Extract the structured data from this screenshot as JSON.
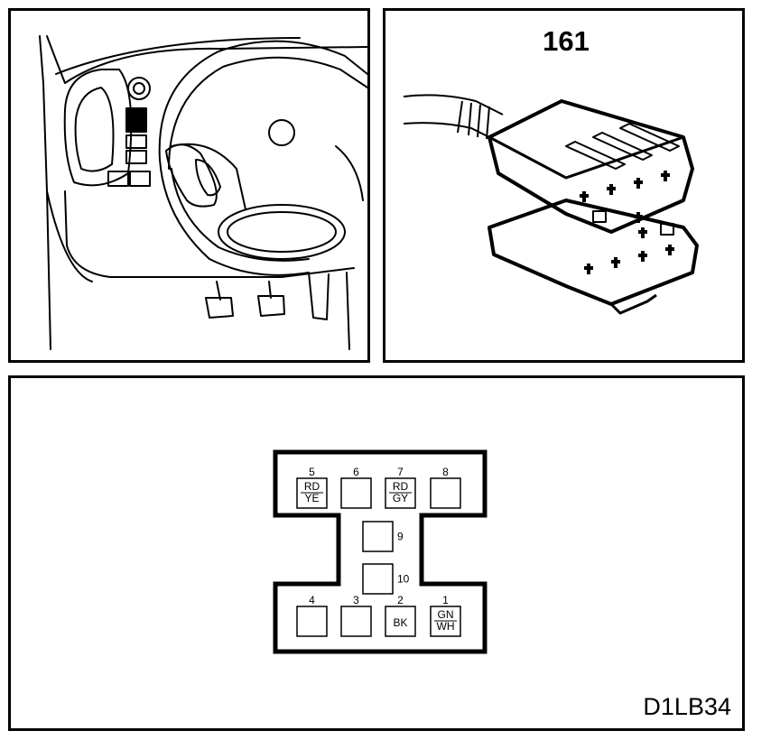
{
  "connector": {
    "number": "161"
  },
  "figure": {
    "code": "D1LB34"
  },
  "pins": [
    {
      "number": "5",
      "colors": [
        "RD",
        "YE"
      ]
    },
    {
      "number": "6",
      "colors": []
    },
    {
      "number": "7",
      "colors": [
        "RD",
        "GY"
      ]
    },
    {
      "number": "8",
      "colors": []
    },
    {
      "number": "9",
      "colors": []
    },
    {
      "number": "10",
      "colors": []
    },
    {
      "number": "4",
      "colors": []
    },
    {
      "number": "3",
      "colors": []
    },
    {
      "number": "2",
      "colors": [
        "BK"
      ]
    },
    {
      "number": "1",
      "colors": [
        "GN",
        "WH"
      ]
    }
  ]
}
